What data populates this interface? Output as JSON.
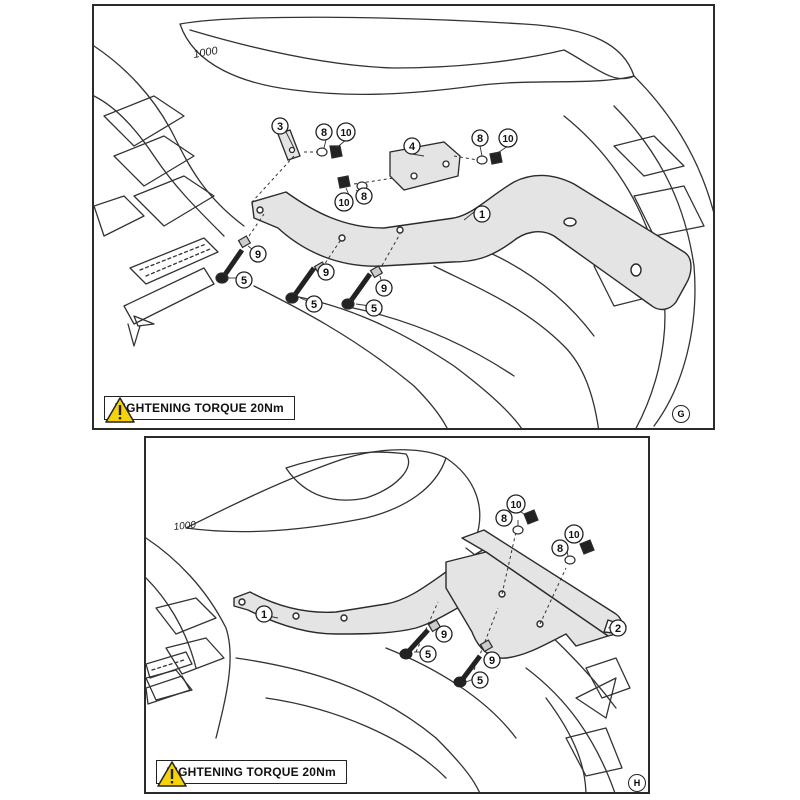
{
  "panels": [
    {
      "id": "G",
      "torque_label": "TIGHTENING TORQUE 20Nm",
      "callouts": [
        "3",
        "8",
        "10",
        "4",
        "8",
        "10",
        "8",
        "10",
        "1",
        "9",
        "5",
        "9",
        "5",
        "9",
        "5"
      ]
    },
    {
      "id": "H",
      "torque_label": "TIGHTENING TORQUE 20Nm",
      "callouts": [
        "10",
        "8",
        "10",
        "8",
        "1",
        "2",
        "9",
        "5",
        "9",
        "5"
      ]
    }
  ],
  "colors": {
    "line": "#2b2b2b",
    "part_fill": "#e4e4e4",
    "warning_fill": "#f5d20a"
  },
  "icons": [
    "warning-icon"
  ]
}
